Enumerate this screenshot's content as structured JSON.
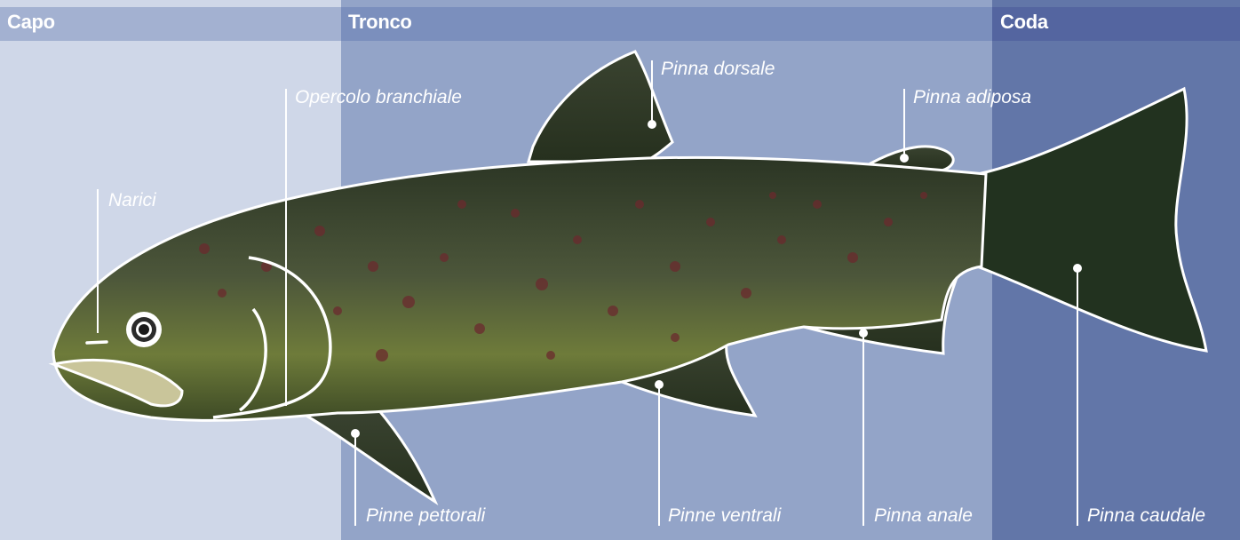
{
  "regions": {
    "head": {
      "title": "Capo",
      "color": "#cfd7e8",
      "band": "#a3b1d1"
    },
    "trunk": {
      "title": "Tronco",
      "color": "#93a4c8",
      "band": "#7b8fbd"
    },
    "tail": {
      "title": "Coda",
      "color": "#6276a8",
      "band": "#5465a0"
    }
  },
  "labels": {
    "narici": "Narici",
    "opercolo": "Opercolo branchiale",
    "dorsale": "Pinna dorsale",
    "adiposa": "Pinna adiposa",
    "pettorali": "Pinne pettorali",
    "ventrali": "Pinne ventrali",
    "anale": "Pinna anale",
    "caudale": "Pinna caudale"
  },
  "colors": {
    "fish_dark": "#283322",
    "fish_mid": "#4a5535",
    "fish_belly": "#7d8c3c",
    "spot": "#6b2a2e",
    "outline": "#ffffff"
  }
}
